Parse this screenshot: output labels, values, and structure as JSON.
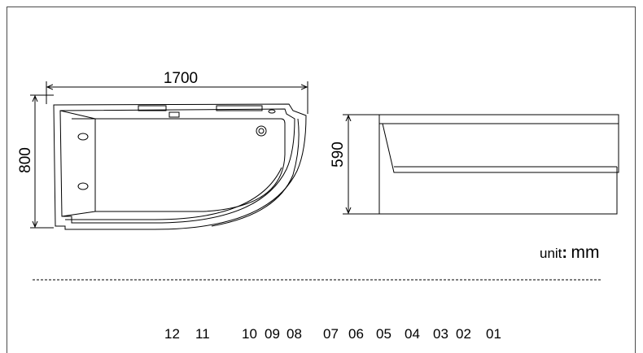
{
  "dimensions": {
    "length": "1700",
    "width": "800",
    "height": "590"
  },
  "unit": {
    "prefix": "unit",
    "colon": ":",
    "value": "mm"
  },
  "part_numbers": [
    "12",
    "11",
    "10",
    "09",
    "08",
    "07",
    "06",
    "05",
    "04",
    "03",
    "02",
    "01"
  ]
}
